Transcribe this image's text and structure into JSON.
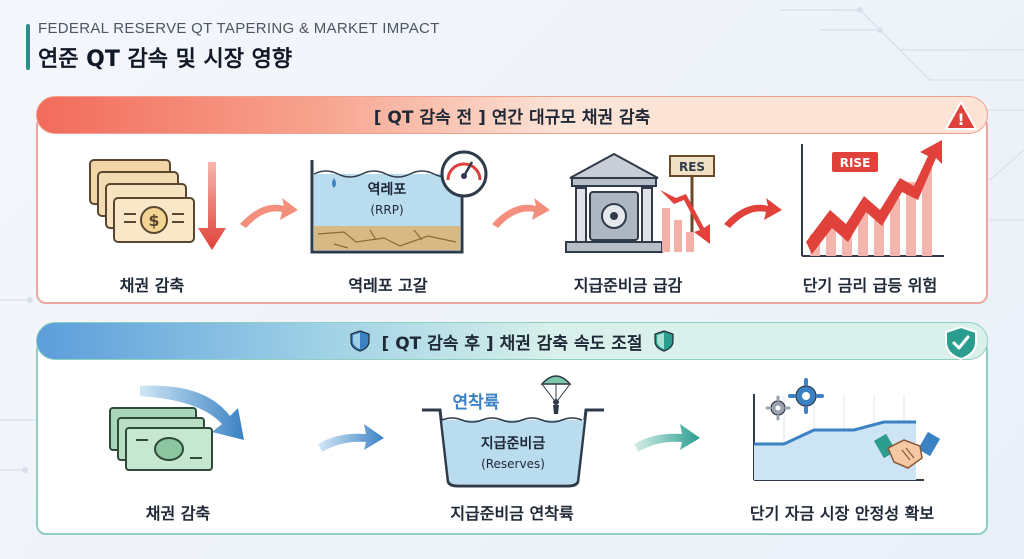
{
  "header": {
    "eyebrow": "FEDERAL RESERVE QT TAPERING & MARKET IMPACT",
    "title": "연준 QT 감속 및 시장 영향"
  },
  "before": {
    "ribbon": "[ QT 감속 전 ] 연간 대규모 채권 감축",
    "steps": [
      {
        "label": "채권 감축"
      },
      {
        "label": "역레포 고갈",
        "tank_title": "역레포",
        "tank_sub": "(RRP)"
      },
      {
        "label": "지급준비금 급감",
        "sign": "RES"
      },
      {
        "label": "단기 금리 급등 위험",
        "sign": "RISE"
      }
    ],
    "warn_mark": "!"
  },
  "after": {
    "ribbon": "[ QT 감속 후 ] 채권 감축 속도 조절",
    "steps": [
      {
        "label": "채권 감축"
      },
      {
        "label": "지급준비금 연착륙",
        "tag": "연착륙",
        "tank_title": "지급준비금",
        "tank_sub": "(Reserves)"
      },
      {
        "label": "단기 자금 시장 안정성 확보"
      }
    ]
  },
  "colors": {
    "warn": "#e0413a",
    "ok": "#2a9d8f",
    "accent_blue": "#3b82c4"
  }
}
